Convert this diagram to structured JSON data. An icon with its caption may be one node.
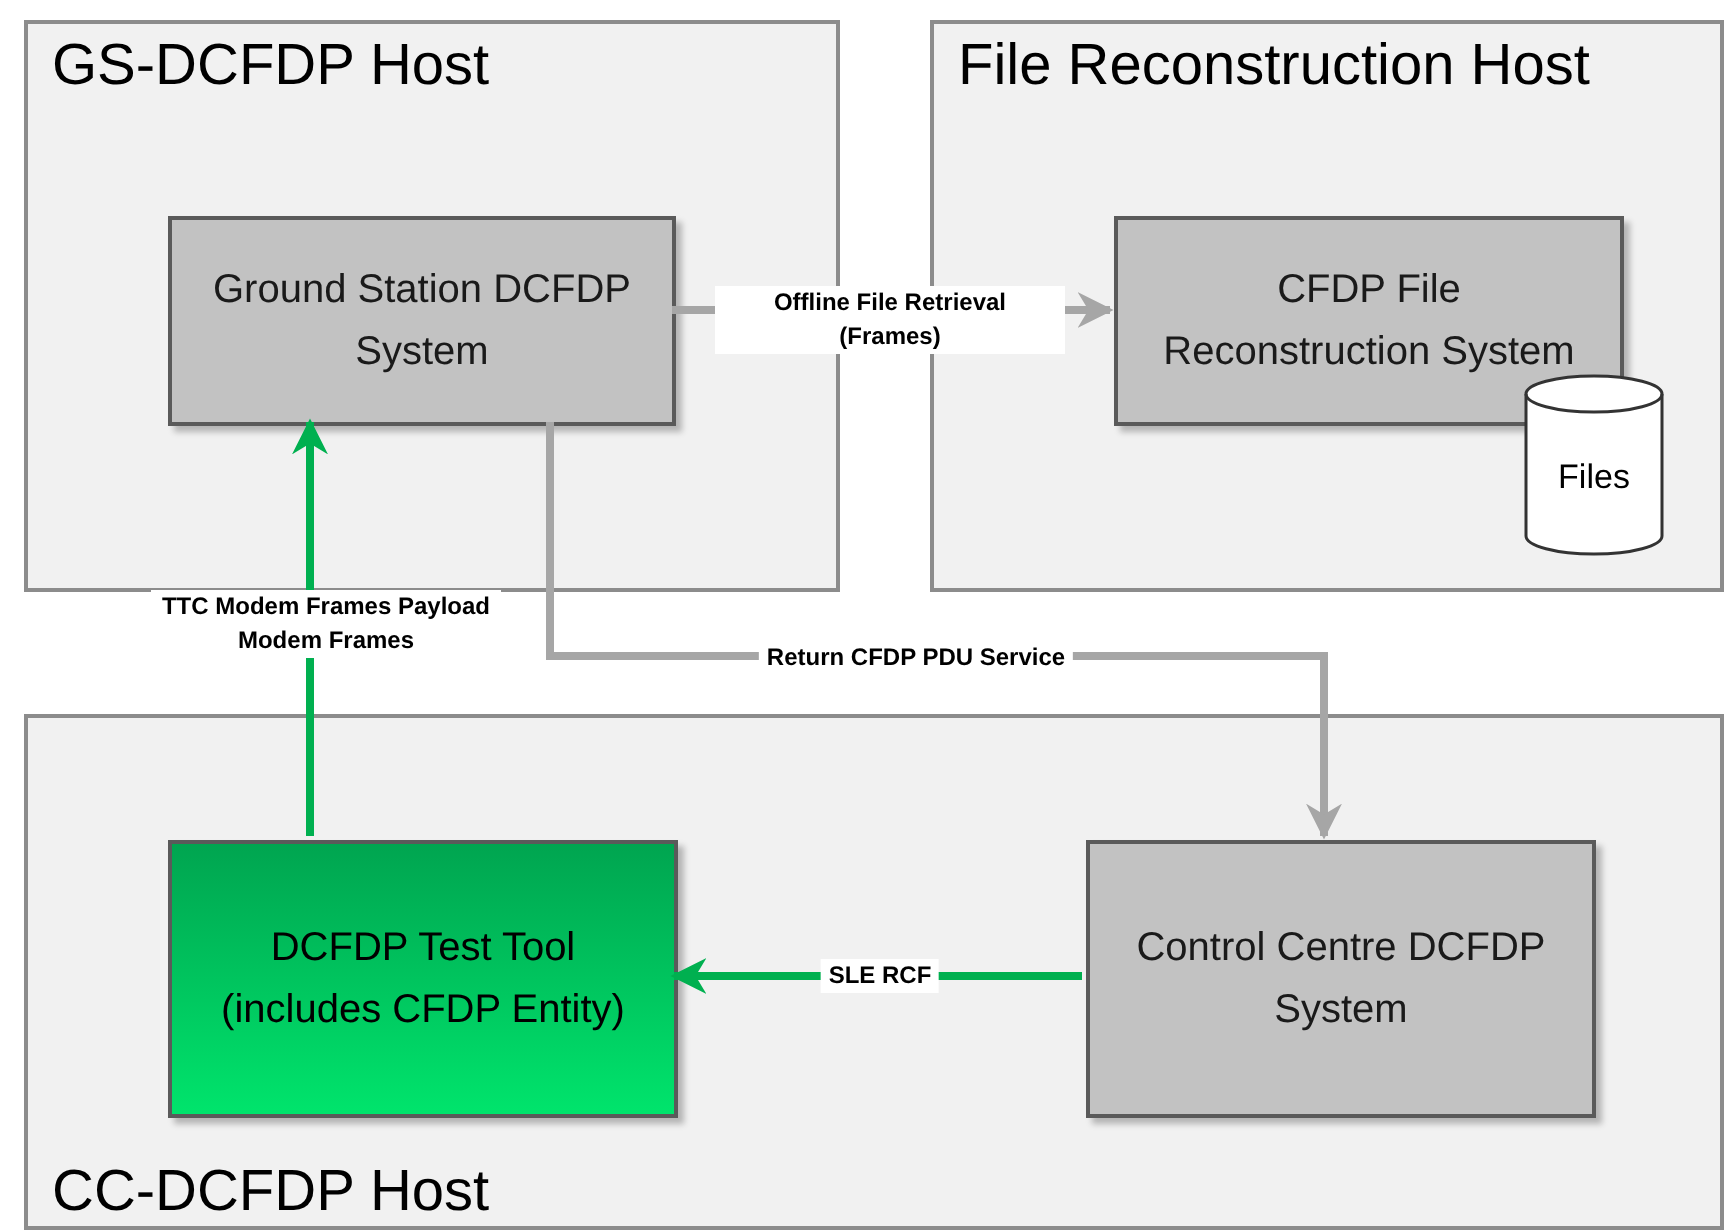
{
  "diagram": {
    "nodes": [
      {
        "text": [
          "GS-DCFDP Host"
        ]
      },
      {
        "text": [
          "Ground Station DCFDP System"
        ],
        "in": 0
      },
      {
        "text": [
          "File Reconstruction Host"
        ]
      },
      {
        "text": [
          "CFDP File Reconstruction System"
        ],
        "in": 2
      },
      {
        "text": [
          "Files"
        ],
        "in": 2
      },
      {
        "text": [
          "CC-DCFDP Host"
        ]
      },
      {
        "text": [
          "DCFDP Test Tool (includes CFDP Entity)"
        ],
        "in": 5
      },
      {
        "text": [
          "Control Centre DCFDP System"
        ],
        "in": 5
      }
    ],
    "edges": [
      {
        "from": 1,
        "to": 3,
        "arrow": "to",
        "label": "Offline File Retrieval (Frames)",
        "color": "#a6a6a6"
      },
      {
        "from": 6,
        "to": 1,
        "arrow": "to",
        "label": "TTC Modem Frames Payload Modem Frames",
        "color": "#00b050"
      },
      {
        "from": 1,
        "to": 7,
        "arrow": "to",
        "label": "Return CFDP PDU Service",
        "color": "#a6a6a6"
      },
      {
        "from": 7,
        "to": 6,
        "arrow": "to",
        "label": "SLE RCF",
        "color": "#00b050"
      }
    ]
  }
}
